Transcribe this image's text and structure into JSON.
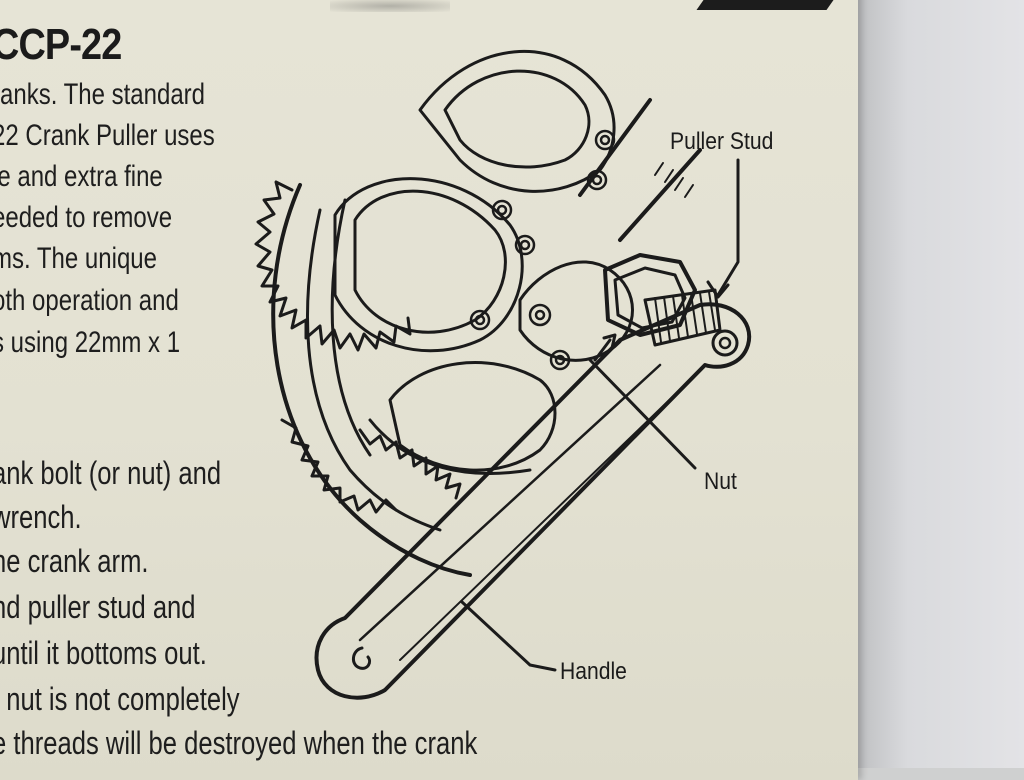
{
  "title": "CCP-22",
  "intro_lines": [
    "ranks. The standard",
    "22 Crank Puller uses",
    "le and extra fine",
    "eeded to remove",
    "ms. The unique",
    "oth operation and",
    "s using 22mm x 1"
  ],
  "step_lines": [
    "ank bolt (or nut) and",
    "wrench.",
    "he crank arm.",
    "nd puller stud and",
    "until it bottoms out.",
    "f nut is not completely",
    "e threads will be destroyed when the crank"
  ],
  "callouts": {
    "puller_stud": "Puller Stud",
    "nut": "Nut",
    "handle": "Handle"
  },
  "colors": {
    "card": "#e4e2d3",
    "ink": "#1b1b1b",
    "wall": "#d9dadd"
  }
}
